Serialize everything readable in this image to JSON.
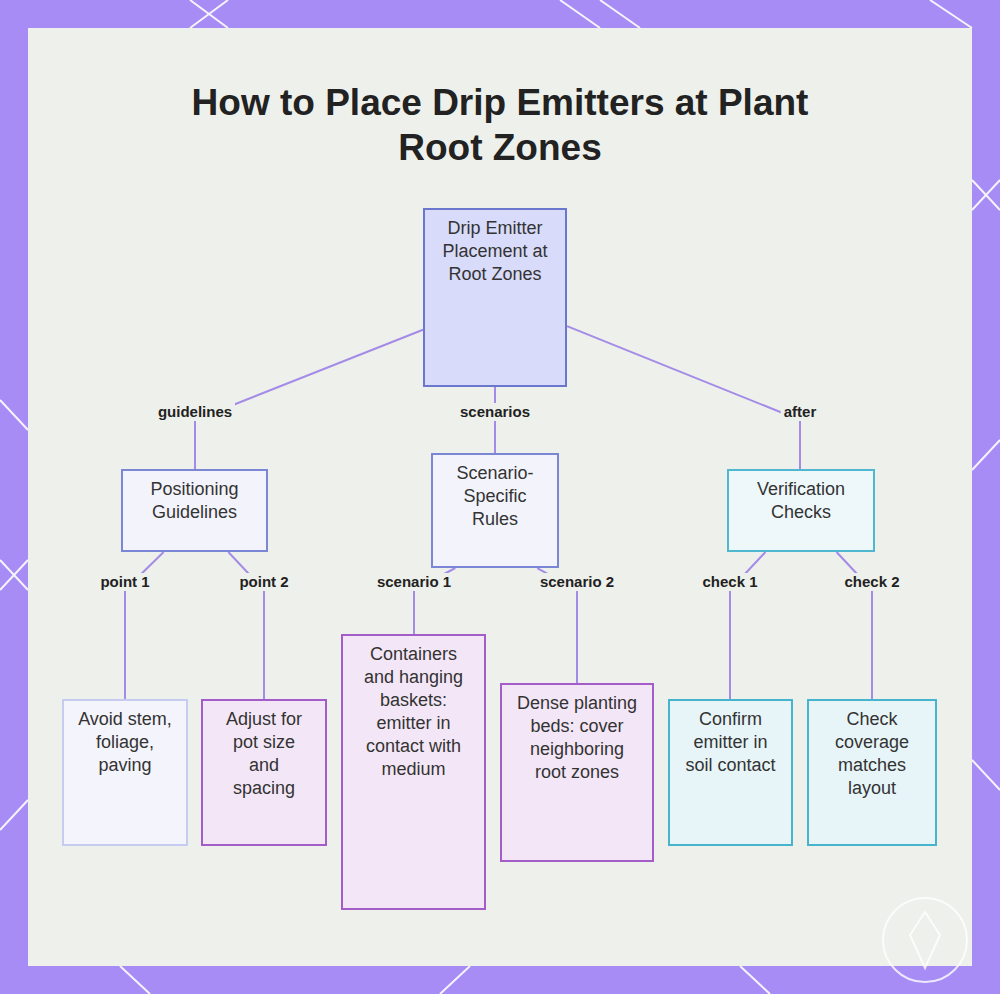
{
  "diagram": {
    "title": "How to Place Drip Emitters at Plant Root Zones",
    "nodes": [
      {
        "text": [
          "Drip Emitter Placement at Root Zones"
        ]
      },
      {
        "text": [
          "Positioning Guidelines"
        ]
      },
      {
        "text": [
          "Scenario-Specific Rules"
        ]
      },
      {
        "text": [
          "Verification Checks"
        ]
      },
      {
        "text": [
          "Avoid stem, foliage, paving"
        ]
      },
      {
        "text": [
          "Adjust for pot size and spacing"
        ]
      },
      {
        "text": [
          "Containers and hanging baskets: emitter in contact with medium"
        ]
      },
      {
        "text": [
          "Dense planting beds: cover neighboring root zones"
        ]
      },
      {
        "text": [
          "Confirm emitter in soil contact"
        ]
      },
      {
        "text": [
          "Check coverage matches layout"
        ]
      }
    ],
    "edges": [
      {
        "from": 0,
        "to": 1,
        "label": "guidelines",
        "arrow": "none"
      },
      {
        "from": 0,
        "to": 2,
        "label": "scenarios",
        "arrow": "none"
      },
      {
        "from": 0,
        "to": 3,
        "label": "after",
        "arrow": "none"
      },
      {
        "from": 1,
        "to": 4,
        "label": "point 1",
        "arrow": "none"
      },
      {
        "from": 1,
        "to": 5,
        "label": "point 2",
        "arrow": "none"
      },
      {
        "from": 2,
        "to": 6,
        "label": "scenario 1",
        "arrow": "none"
      },
      {
        "from": 2,
        "to": 7,
        "label": "scenario 2",
        "arrow": "none"
      },
      {
        "from": 3,
        "to": 8,
        "label": "check 1",
        "arrow": "none"
      },
      {
        "from": 3,
        "to": 9,
        "label": "check 2",
        "arrow": "none"
      }
    ]
  }
}
